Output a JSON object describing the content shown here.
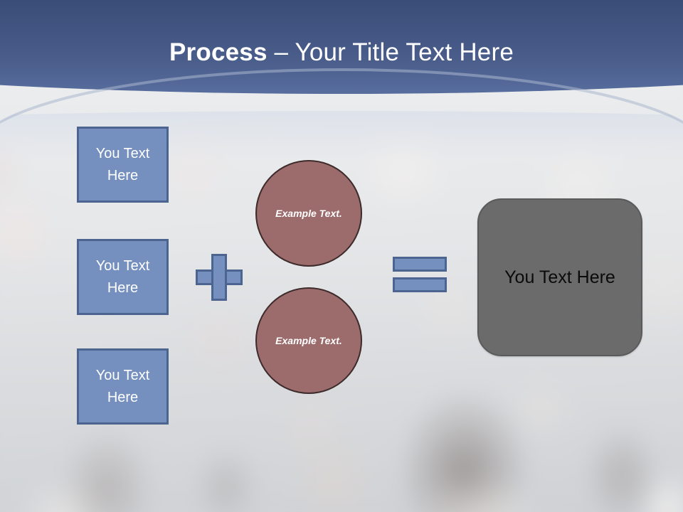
{
  "slide": {
    "title_bold": "Process",
    "title_rest": " – Your Title Text Here"
  },
  "theme": {
    "header_top": "#3a4d78",
    "header_bottom": "#6b83b6",
    "accent_blue_fill": "#7590be",
    "accent_blue_border": "#4c6590",
    "rose_fill": "#9c6b6c",
    "rose_border": "#3d2a2a",
    "gray_fill": "#6b6b6b",
    "title_color": "#ffffff"
  },
  "inputs": [
    {
      "label": "You Text Here"
    },
    {
      "label": "You Text Here"
    },
    {
      "label": "You Text Here"
    }
  ],
  "operators": {
    "plus": "plus-sign",
    "equals": "equals-sign"
  },
  "factors": [
    {
      "label": "Example Text."
    },
    {
      "label": "Example Text."
    }
  ],
  "result": {
    "label": "You Text Here"
  }
}
